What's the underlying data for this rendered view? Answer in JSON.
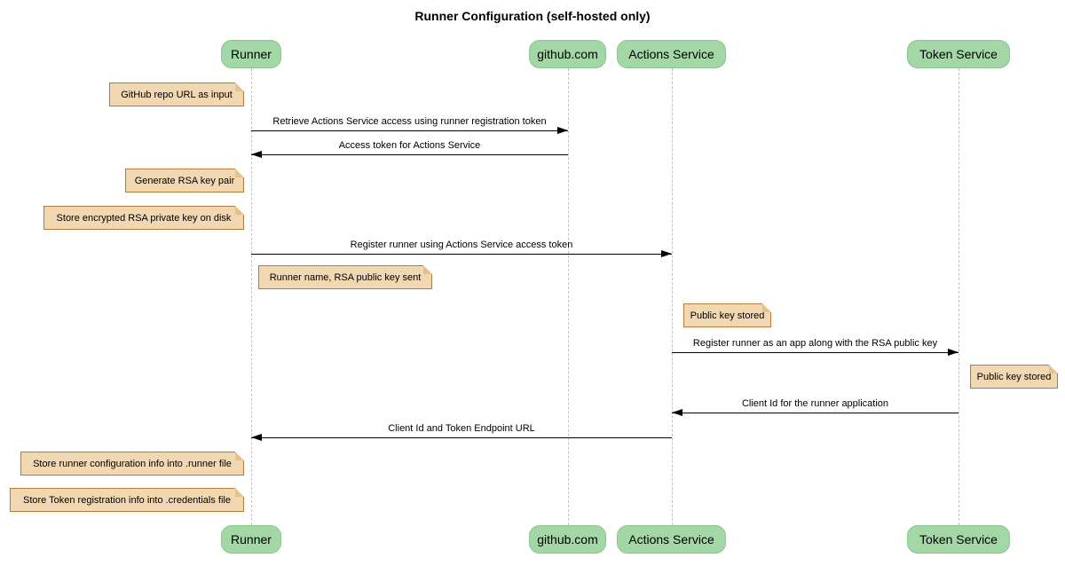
{
  "title": "Runner Configuration (self-hosted only)",
  "diagram_type": "sequence-diagram",
  "colors": {
    "background": "#ffffff",
    "participant_fill": "#a3d7a6",
    "participant_border": "#89c68d",
    "note_fill": "#f2d8b2",
    "note_border": "#b5793c",
    "lifeline": "#c2c2c2",
    "arrow": "#000000"
  },
  "participants": [
    {
      "id": "runner",
      "label": "Runner"
    },
    {
      "id": "github",
      "label": "github.com"
    },
    {
      "id": "actions",
      "label": "Actions Service"
    },
    {
      "id": "token",
      "label": "Token Service"
    }
  ],
  "messages": [
    {
      "from": "runner",
      "to": "github",
      "text": "Retrieve Actions Service access using runner registration token"
    },
    {
      "from": "github",
      "to": "runner",
      "text": "Access token for Actions Service"
    },
    {
      "from": "runner",
      "to": "actions",
      "text": "Register runner using Actions Service access token"
    },
    {
      "from": "actions",
      "to": "token",
      "text": "Register runner as an app along with the RSA public key"
    },
    {
      "from": "token",
      "to": "actions",
      "text": "Client Id for the runner application"
    },
    {
      "from": "actions",
      "to": "runner",
      "text": "Client Id and Token Endpoint URL"
    }
  ],
  "notes": [
    {
      "text": "GitHub repo URL as input"
    },
    {
      "text": "Generate RSA key pair"
    },
    {
      "text": "Store encrypted RSA private key on disk"
    },
    {
      "text": "Runner name, RSA public key sent"
    },
    {
      "text": "Public key stored"
    },
    {
      "text": "Public key stored"
    },
    {
      "text": "Store runner configuration info into .runner file"
    },
    {
      "text": "Store Token registration info into .credentials file"
    }
  ]
}
